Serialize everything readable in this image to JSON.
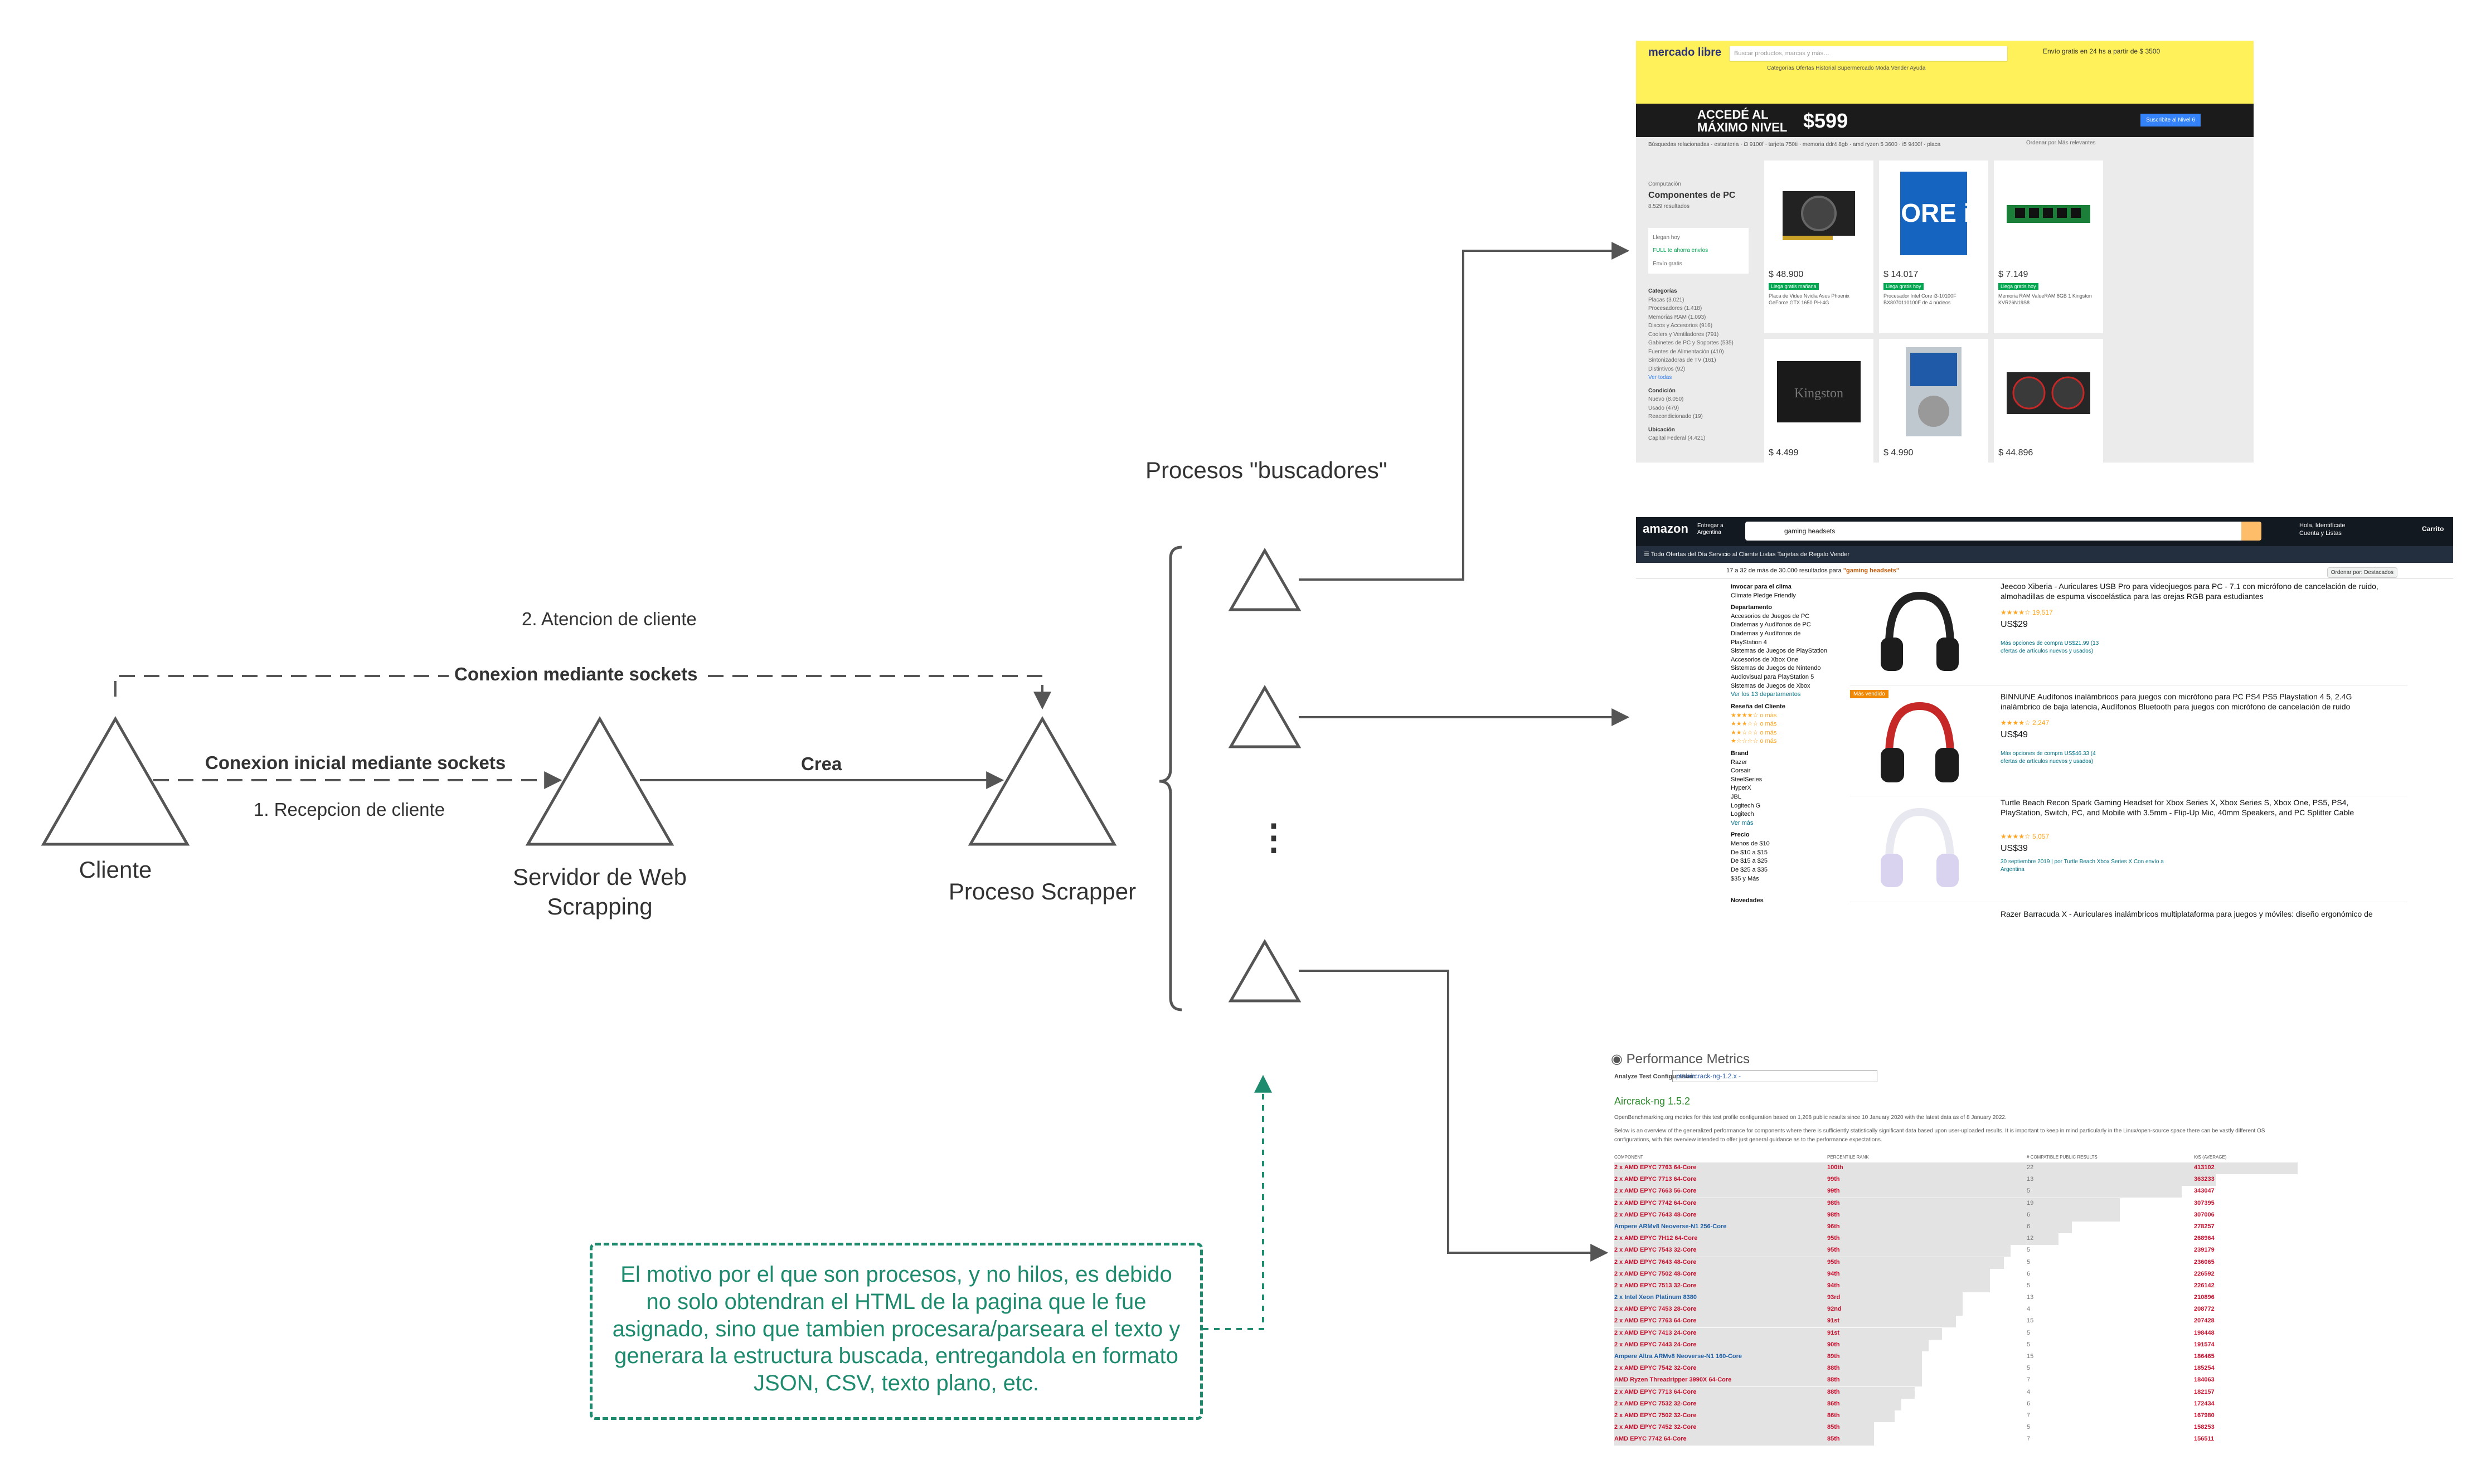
{
  "nodes": {
    "cliente": "Cliente",
    "servidor": "Servidor de Web\nScrapping",
    "proceso": "Proceso Scrapper",
    "buscadores_label": "Procesos \"buscadores\"",
    "ellipsis": "⋮"
  },
  "edges": {
    "atencion": "2. Atencion de cliente",
    "conexion_sockets": "Conexion mediante sockets",
    "conexion_inicial": "Conexion inicial mediante sockets",
    "recepcion": "1.  Recepcion de cliente",
    "crea": "Crea"
  },
  "note": "El motivo por el que son procesos, y no hilos, es debido no solo obtendran el HTML de la pagina que le fue asignado, sino que tambien procesara/parseara el texto y generara la estructura buscada, entregandola en formato JSON, CSV, texto plano, etc.",
  "colors": {
    "stroke": "#555555",
    "note": "#1e8a6e",
    "ml_yellow": "#fff159",
    "amazon_dark": "#131921",
    "ob_red": "#c8102e"
  },
  "mercadolibre": {
    "logo": "mercado libre",
    "search_placeholder": "Buscar productos, marcas y más…",
    "shipping_promo": "Envío gratis en 24 hs a partir de $ 3500",
    "menu": "Categorías   Ofertas   Historial   Supermercado   Moda   Vender   Ayuda",
    "banner_title": "ACCEDÉ AL\nMÁXIMO NIVEL",
    "banner_price": "$599",
    "banner_cta": "Suscribite al Nivel 6",
    "related": "Búsquedas relacionadas  ·  estanteria · i3 9100f · tarjeta 750ti · memoria ddr4 8gb · amd ryzen 5 3600 · i5 9400f · placa",
    "breadcrumb": "Computación",
    "title": "Componentes de PC",
    "results": "8.529 resultados",
    "order": "Ordenar por  Más relevantes",
    "filters": [
      "Llegan hoy",
      "FULL te ahorra envíos",
      "Envío gratis"
    ],
    "categories_title": "Categorías",
    "categories": [
      "Placas (3.021)",
      "Procesadores (1.418)",
      "Memorias RAM (1.093)",
      "Discos y Accesorios (916)",
      "Coolers y Ventiladores (791)",
      "Gabinetes de PC y Soportes (535)",
      "Fuentes de Alimentación (410)",
      "Sintonizadoras de TV (161)",
      "Distintivos (92)",
      "Ver todas"
    ],
    "condition_title": "Condición",
    "condition": [
      "Nuevo (8.050)",
      "Usado (479)",
      "Reacondicionado (19)"
    ],
    "location_title": "Ubicación",
    "location": [
      "Capital Federal (4.421)"
    ],
    "products": [
      {
        "price": "$ 48.900",
        "ship": "Llega gratis mañana",
        "desc": "Placa de Video Nvidia Asus Phoenix GeForce GTX 1650 PH-4G"
      },
      {
        "price": "$ 14.017",
        "ship": "Llega gratis hoy",
        "desc": "Procesador Intel Core i3-10100F BX8070110100F de 4 núcleos"
      },
      {
        "price": "$ 7.149",
        "ship": "Llega gratis hoy",
        "desc": "Memoria RAM ValueRAM 8GB 1 Kingston KVR26N19S8"
      },
      {
        "price": "$ 4.499",
        "ship": "",
        "desc": ""
      },
      {
        "price": "$ 4.990",
        "ship": "",
        "desc": ""
      },
      {
        "price": "$ 44.896",
        "ship": "",
        "desc": ""
      }
    ]
  },
  "amazon": {
    "logo": "amazon",
    "deliver": "Entregar a Argentina",
    "search": "gaming headsets",
    "account": "Hola, Identifícate\nCuenta y Listas",
    "cart": "Carrito",
    "subnav": "☰ Todo    Ofertas del Día    Servicio al Cliente    Listas    Tarjetas de Regalo    Vender",
    "results_text": "17 a 32 de más de 30.000 resultados para",
    "results_query": "\"gaming headsets\"",
    "sort": "Ordenar por: Destacados",
    "sidebar": [
      {
        "h": "Invocar para el clima",
        "items": [
          "Climate Pledge Friendly"
        ]
      },
      {
        "h": "Departamento",
        "items": [
          "Accesorios de Juegos de PC",
          "Diademas y Audífonos de PC",
          "Diademas y Audífonos de PlayStation 4",
          "Sistemas de Juegos de PlayStation",
          "Accesorios de Xbox One",
          "Sistemas de Juegos de Nintendo",
          "Audiovisual para PlayStation 5",
          "Sistemas de Juegos de Xbox",
          "Ver los 13 departamentos"
        ]
      },
      {
        "h": "Reseña del Cliente",
        "items": [
          "★★★★☆ o más",
          "★★★☆☆ o más",
          "★★☆☆☆ o más",
          "★☆☆☆☆ o más"
        ]
      },
      {
        "h": "Brand",
        "items": [
          "Razer",
          "Corsair",
          "SteelSeries",
          "HyperX",
          "JBL",
          "Logitech G",
          "Logitech",
          "Ver más"
        ]
      },
      {
        "h": "Precio",
        "items": [
          "Menos de $10",
          "De $10 a $15",
          "De $15 a $25",
          "De $25 a $35",
          "$35 y Más"
        ]
      },
      {
        "h": "Novedades",
        "items": []
      }
    ],
    "badge": "Más vendido",
    "items": [
      {
        "title": "Jeecoo Xiberia - Auriculares USB Pro para videojuegos para PC - 7.1 con micrófono de cancelación de ruido, almohadillas de espuma viscoelástica para las orejas RGB para estudiantes",
        "stars": "★★★★☆ 19,517",
        "price": "US$29",
        "more": "Más opciones de compra US$21.99 (13 ofertas de artículos nuevos y usados)"
      },
      {
        "title": "BINNUNE Audífonos inalámbricos para juegos con micrófono para PC PS4 PS5 Playstation 4 5, 2.4G inalámbrico de baja latencia, Audífonos Bluetooth para juegos con micrófono de cancelación de ruido",
        "stars": "★★★★☆ 2,247",
        "price": "US$49",
        "more": "Más opciones de compra US$46.33 (4 ofertas de artículos nuevos y usados)"
      },
      {
        "title": "Turtle Beach Recon Spark Gaming Headset for Xbox Series X, Xbox Series S, Xbox One, PS5, PS4, PlayStation, Switch, PC, and Mobile with 3.5mm - Flip-Up Mic, 40mm Speakers, and PC Splitter Cable",
        "stars": "★★★★☆ 5,057",
        "price": "US$39",
        "more": "30 septiembre 2019 | por Turtle Beach  Xbox Series X  Con envío a Argentina"
      },
      {
        "title": "Razer Barracuda X - Auriculares inalámbricos multiplataforma para juegos y móviles: diseño ergonómico de",
        "stars": "",
        "price": "",
        "more": ""
      }
    ]
  },
  "openbenchmarking": {
    "title": "Performance Metrics",
    "config_label": "Analyze Test Configuration:",
    "config_value": "pts/aircrack-ng-1.2.x -",
    "test_name": "Aircrack-ng 1.5.2",
    "para1": "OpenBenchmarking.org metrics for this test profile configuration based on 1,208 public results since 10 January 2020 with the latest data as of 8 January 2022.",
    "para2": "Below is an overview of the generalized performance for components where there is sufficiently statistically significant data based upon user-uploaded results. It is important to keep in mind particularly in the Linux/open-source space there can be vastly different OS configurations, with this overview intended to offer just general guidance as to the performance expectations.",
    "headers": [
      "COMPONENT",
      "PERCENTILE RANK",
      "# COMPATIBLE PUBLIC RESULTS",
      "K/S (AVERAGE)"
    ],
    "rows": [
      {
        "c": "2 x AMD EPYC 7763 64-Core",
        "p": "100th",
        "n": "22",
        "v": "413102",
        "f": 1.0
      },
      {
        "c": "2 x AMD EPYC 7713 64-Core",
        "p": "99th",
        "n": "13",
        "v": "363233",
        "f": 0.88
      },
      {
        "c": "2 x AMD EPYC 7663 56-Core",
        "p": "99th",
        "n": "5",
        "v": "343047",
        "f": 0.83
      },
      {
        "c": "2 x AMD EPYC 7742 64-Core",
        "p": "98th",
        "n": "19",
        "v": "307395",
        "f": 0.74
      },
      {
        "c": "2 x AMD EPYC 7643 48-Core",
        "p": "98th",
        "n": "6",
        "v": "307006",
        "f": 0.74
      },
      {
        "c": "Ampere ARMv8 Neoverse-N1 256-Core",
        "p": "96th",
        "n": "6",
        "v": "278257",
        "f": 0.67,
        "blue": true
      },
      {
        "c": "2 x AMD EPYC 7H12 64-Core",
        "p": "95th",
        "n": "12",
        "v": "268964",
        "f": 0.65
      },
      {
        "c": "2 x AMD EPYC 7543 32-Core",
        "p": "95th",
        "n": "5",
        "v": "239179",
        "f": 0.58
      },
      {
        "c": "2 x AMD EPYC 7643 48-Core",
        "p": "95th",
        "n": "5",
        "v": "236065",
        "f": 0.57
      },
      {
        "c": "2 x AMD EPYC 7502 48-Core",
        "p": "94th",
        "n": "6",
        "v": "226592",
        "f": 0.55
      },
      {
        "c": "2 x AMD EPYC 7513 32-Core",
        "p": "94th",
        "n": "5",
        "v": "226142",
        "f": 0.55
      },
      {
        "c": "2 x Intel Xeon Platinum 8380",
        "p": "93rd",
        "n": "13",
        "v": "210896",
        "f": 0.51,
        "blue": true
      },
      {
        "c": "2 x AMD EPYC 7453 28-Core",
        "p": "92nd",
        "n": "4",
        "v": "208772",
        "f": 0.51
      },
      {
        "c": "2 x AMD EPYC 7763 64-Core",
        "p": "91st",
        "n": "15",
        "v": "207428",
        "f": 0.5
      },
      {
        "c": "2 x AMD EPYC 7413 24-Core",
        "p": "91st",
        "n": "5",
        "v": "198448",
        "f": 0.48
      },
      {
        "c": "2 x AMD EPYC 7443 24-Core",
        "p": "90th",
        "n": "5",
        "v": "191574",
        "f": 0.46
      },
      {
        "c": "Ampere Altra ARMv8 Neoverse-N1 160-Core",
        "p": "89th",
        "n": "15",
        "v": "186465",
        "f": 0.45,
        "blue": true
      },
      {
        "c": "2 x AMD EPYC 7542 32-Core",
        "p": "88th",
        "n": "5",
        "v": "185254",
        "f": 0.45
      },
      {
        "c": "AMD Ryzen Threadripper 3990X 64-Core",
        "p": "88th",
        "n": "7",
        "v": "184063",
        "f": 0.45
      },
      {
        "c": "2 x AMD EPYC 7713 64-Core",
        "p": "88th",
        "n": "4",
        "v": "182157",
        "f": 0.44
      },
      {
        "c": "2 x AMD EPYC 7532 32-Core",
        "p": "86th",
        "n": "6",
        "v": "172434",
        "f": 0.42
      },
      {
        "c": "2 x AMD EPYC 7502 32-Core",
        "p": "86th",
        "n": "7",
        "v": "167980",
        "f": 0.41
      },
      {
        "c": "2 x AMD EPYC 7452 32-Core",
        "p": "85th",
        "n": "5",
        "v": "158253",
        "f": 0.38
      },
      {
        "c": "AMD EPYC 7742 64-Core",
        "p": "85th",
        "n": "7",
        "v": "156511",
        "f": 0.38
      }
    ]
  }
}
